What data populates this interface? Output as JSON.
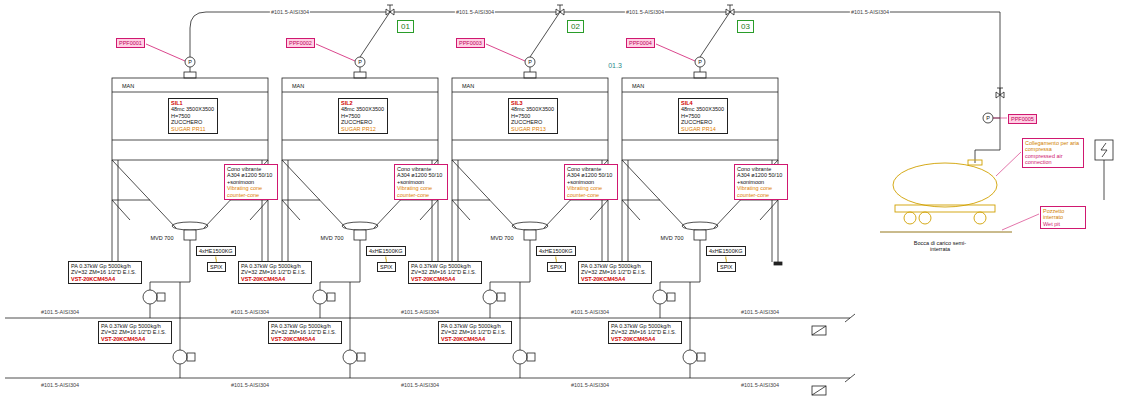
{
  "diagram": {
    "nodes": [
      {
        "text": [
          "01"
        ]
      },
      {
        "text": [
          "02"
        ]
      },
      {
        "text": [
          "03"
        ]
      },
      {
        "text": [
          "PPF0001"
        ]
      },
      {
        "text": [
          "PPF0002"
        ]
      },
      {
        "text": [
          "PPF0003"
        ]
      },
      {
        "text": [
          "PPF0004"
        ]
      },
      {
        "text": [
          "PPF0005"
        ]
      },
      {
        "text": [
          "SIL1",
          "48mc 3500X3500 H=7500 ZUCCHERO",
          "SUGAR PR11"
        ]
      },
      {
        "text": [
          "SIL2",
          "48mc 3500X3500 H=7500 ZUCCHERO",
          "SUGAR PR12"
        ]
      },
      {
        "text": [
          "SIL3",
          "48mc 3500X3500 H=7500 ZUCCHERO",
          "SUGAR PR13"
        ]
      },
      {
        "text": [
          "SIL4",
          "48mc 3500X3500 H=7500 ZUCCHERO",
          "SUGAR PR14"
        ]
      },
      {
        "text": [
          "Cono vibrante A304 ø1200 50/10 +sonimoon",
          "Vibrating cone counter-cone"
        ]
      },
      {
        "text": [
          "Cono vibrante A304 ø1200 50/10 +sonimoon",
          "Vibrating cone counter-cone"
        ]
      },
      {
        "text": [
          "Cono vibrante A304 ø1200 50/10 +sonimoon",
          "Vibrating cone counter-cone"
        ]
      },
      {
        "text": [
          "Cono vibrante A304 ø1200 50/10 +sonimoon",
          "Vibrating cone counter-cone"
        ]
      },
      {
        "text": [
          "4xHE1500KG"
        ]
      },
      {
        "text": [
          "4xHE1500KG"
        ]
      },
      {
        "text": [
          "4xHE1500KG"
        ]
      },
      {
        "text": [
          "4xHE1500KG"
        ]
      },
      {
        "text": [
          "SPIX"
        ]
      },
      {
        "text": [
          "SPIX"
        ]
      },
      {
        "text": [
          "SPIX"
        ]
      },
      {
        "text": [
          "SPIX"
        ]
      },
      {
        "text": [
          "PA 0.37kW Gp 5000kg/h ZV=32 ZM=16 1/2\"D E.I.S.",
          "VST-20KCM45A4"
        ]
      },
      {
        "text": [
          "PA 0.37kW Gp 5000kg/h ZV=32 ZM=16 1/2\"D E.I.S.",
          "VST-20KCM45A4"
        ]
      },
      {
        "text": [
          "PA 0.37kW Gp 5000kg/h ZV=32 ZM=16 1/2\"D E.I.S.",
          "VST-20KCM45A4"
        ]
      },
      {
        "text": [
          "PA 0.37kW Gp 5000kg/h ZV=32 ZM=16 1/2\"D E.I.S.",
          "VST-20KCM45A4"
        ]
      },
      {
        "text": [
          "PA 0.37kW Gp 5000kg/h ZV=32 ZM=16 1/2\"D E.I.S.",
          "VST-20KCM45A4"
        ]
      },
      {
        "text": [
          "PA 0.37kW Gp 5000kg/h ZV=32 ZM=16 1/2\"D E.I.S.",
          "VST-20KCM45A4"
        ]
      },
      {
        "text": [
          "PA 0.37kW Gp 5000kg/h ZV=32 ZM=16 1/2\"D E.I.S.",
          "VST-20KCM45A4"
        ]
      },
      {
        "text": [
          "PA 0.37kW Gp 5000kg/h ZV=32 ZM=16 1/2\"D E.I.S.",
          "VST-20KCM45A4"
        ]
      },
      {
        "text": [
          "Collegamento per aria compressa",
          "compressed air connection"
        ]
      },
      {
        "text": [
          "Pozzetto interrato",
          "Wet pit"
        ]
      }
    ],
    "edges": [
      {
        "from": 16,
        "to": 20,
        "arrow": "none"
      },
      {
        "from": 17,
        "to": 21,
        "arrow": "none"
      },
      {
        "from": 18,
        "to": 22,
        "arrow": "none"
      },
      {
        "from": 19,
        "to": 23,
        "arrow": "none"
      }
    ],
    "labels": [
      "MAN",
      "MAN",
      "MAN",
      "MAN",
      "MVD 700",
      "MVD 700",
      "MVD 700",
      "MVD 700",
      "P",
      "P",
      "P",
      "P",
      "P",
      "01.3",
      "#101.5-AISI304",
      "#101.5-AISI304",
      "#101.5-AISI304",
      "#101.5-AISI304",
      "#101.5-AISI304",
      "#101.5-AISI304",
      "#101.5-AISI304",
      "#101.5-AISI304",
      "#101.5-AISI304",
      "#101.5-AISI304",
      "#101.5-AISI304",
      "#101.5-AISI304",
      "#101.5-AISI304",
      "#101.5-AISI304",
      "Bocca di carico semi-interrata"
    ]
  }
}
